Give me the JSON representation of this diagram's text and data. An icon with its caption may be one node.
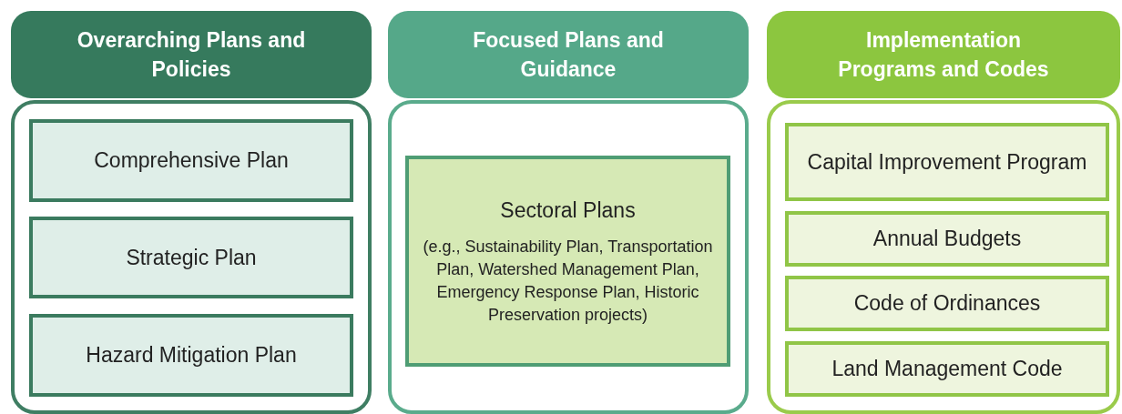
{
  "diagram": {
    "nodes": [
      {
        "text": [
          "Overarching Plans and Policies"
        ]
      },
      {
        "text": [
          "Comprehensive Plan"
        ],
        "in": 0
      },
      {
        "text": [
          "Strategic Plan"
        ],
        "in": 0
      },
      {
        "text": [
          "Hazard Mitigation Plan"
        ],
        "in": 0
      },
      {
        "text": [
          "Focused Plans and Guidance"
        ]
      },
      {
        "text": [
          "Sectoral Plans",
          "(e.g., Sustainability Plan, Transportation Plan, Watershed Management Plan, Emergency Response Plan, Historic Preservation projects)"
        ],
        "in": 4
      },
      {
        "text": [
          "Implementation Programs and Codes"
        ]
      },
      {
        "text": [
          "Capital Improvement Program"
        ],
        "in": 6
      },
      {
        "text": [
          "Annual Budgets"
        ],
        "in": 6
      },
      {
        "text": [
          "Code of Ordinances"
        ],
        "in": 6
      },
      {
        "text": [
          "Land Management Code"
        ],
        "in": 6
      }
    ]
  }
}
